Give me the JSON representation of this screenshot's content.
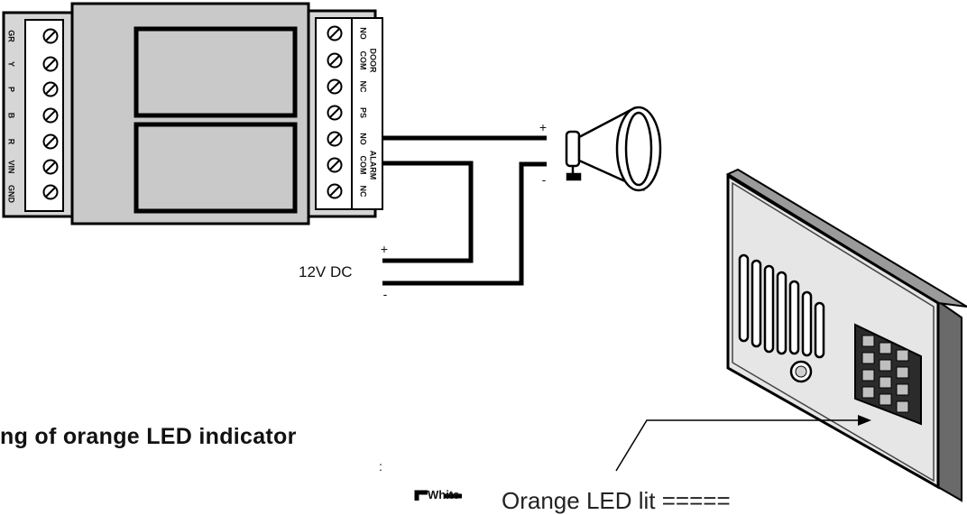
{
  "relay_board": {
    "left_terminals": [
      "GR",
      "Y",
      "P",
      "B",
      "R",
      "VIN",
      "GND"
    ],
    "right_labels": [
      "NC",
      "COM",
      "NO",
      "DOOR",
      "PS",
      "ALARM"
    ]
  },
  "wiring": {
    "plus_a": "+",
    "minus_a": "-",
    "plus_b": "+",
    "minus_b": "-",
    "supply_label": "12V DC"
  },
  "caption": {
    "heading": "ng of orange LED indicator",
    "white_label": "White",
    "led_text": "Orange LED lit ====="
  }
}
